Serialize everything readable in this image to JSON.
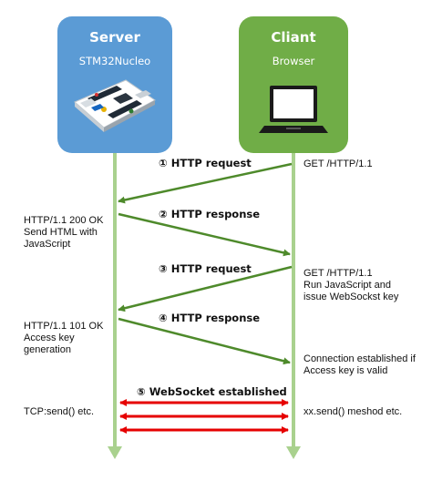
{
  "server": {
    "title": "Server",
    "subtitle": "STM32Nucleo",
    "color": "#5b9bd5",
    "icon": "dev-board-icon"
  },
  "client": {
    "title": "Cliant",
    "subtitle": "Browser",
    "color": "#70ad47",
    "icon": "laptop-icon"
  },
  "lifeline_color": "#a9d18e",
  "arrow_color": "#4e8a2b",
  "websocket_color": "#e60000",
  "messages": [
    {
      "label": "① HTTP request",
      "direction": "client-to-server"
    },
    {
      "label": "② HTTP response",
      "direction": "server-to-client"
    },
    {
      "label": "③ HTTP request",
      "direction": "client-to-server"
    },
    {
      "label": "④ HTTP response",
      "direction": "server-to-client"
    }
  ],
  "websocket_label": "⑤ WebSocket established",
  "server_notes": [
    [
      "HTTP/1.1 200 OK",
      "Send HTML with",
      "JavaScript"
    ],
    [
      "HTTP/1.1 101 OK",
      "Access key",
      "generation"
    ],
    [
      "TCP:send() etc."
    ]
  ],
  "client_notes": [
    [
      "GET /HTTP/1.1"
    ],
    [
      "GET /HTTP/1.1",
      "Run JavaScript and",
      "issue WebSockst key"
    ],
    [
      "Connection established if",
      "Access key is valid"
    ],
    [
      "xx.send() meshod etc."
    ]
  ]
}
